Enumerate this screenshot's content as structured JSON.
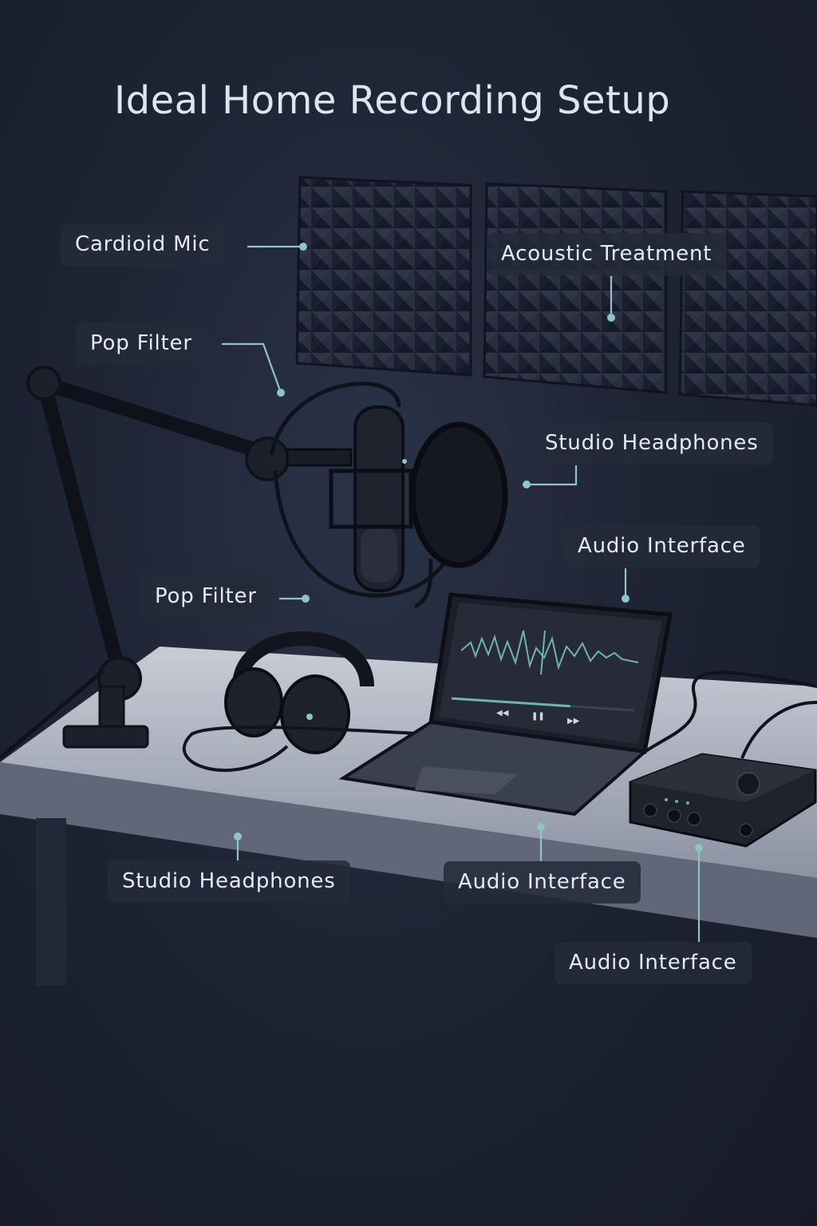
{
  "title": "Ideal Home Recording Setup",
  "colors": {
    "background": "#1b2030",
    "accent": "#8ec5c8",
    "label_bg": "#242a3a",
    "desk": "#b9bec9"
  },
  "labels": [
    {
      "id": "cardioid-mic",
      "text": "Cardioid Mic"
    },
    {
      "id": "acoustic-treatment",
      "text": "Acoustic Treatment"
    },
    {
      "id": "pop-filter-1",
      "text": "Pop Filter"
    },
    {
      "id": "studio-headphones-1",
      "text": "Studio Headphones"
    },
    {
      "id": "audio-interface-1",
      "text": "Audio Interface"
    },
    {
      "id": "pop-filter-2",
      "text": "Pop Filter"
    },
    {
      "id": "studio-headphones-2",
      "text": "Studio Headphones"
    },
    {
      "id": "audio-interface-2",
      "text": "Audio Interface"
    },
    {
      "id": "audio-interface-3",
      "text": "Audio Interface"
    }
  ],
  "laptop_screen": {
    "playback_progress": 0.65,
    "controls": [
      "rewind-icon",
      "pause-icon",
      "fast-forward-icon"
    ]
  }
}
